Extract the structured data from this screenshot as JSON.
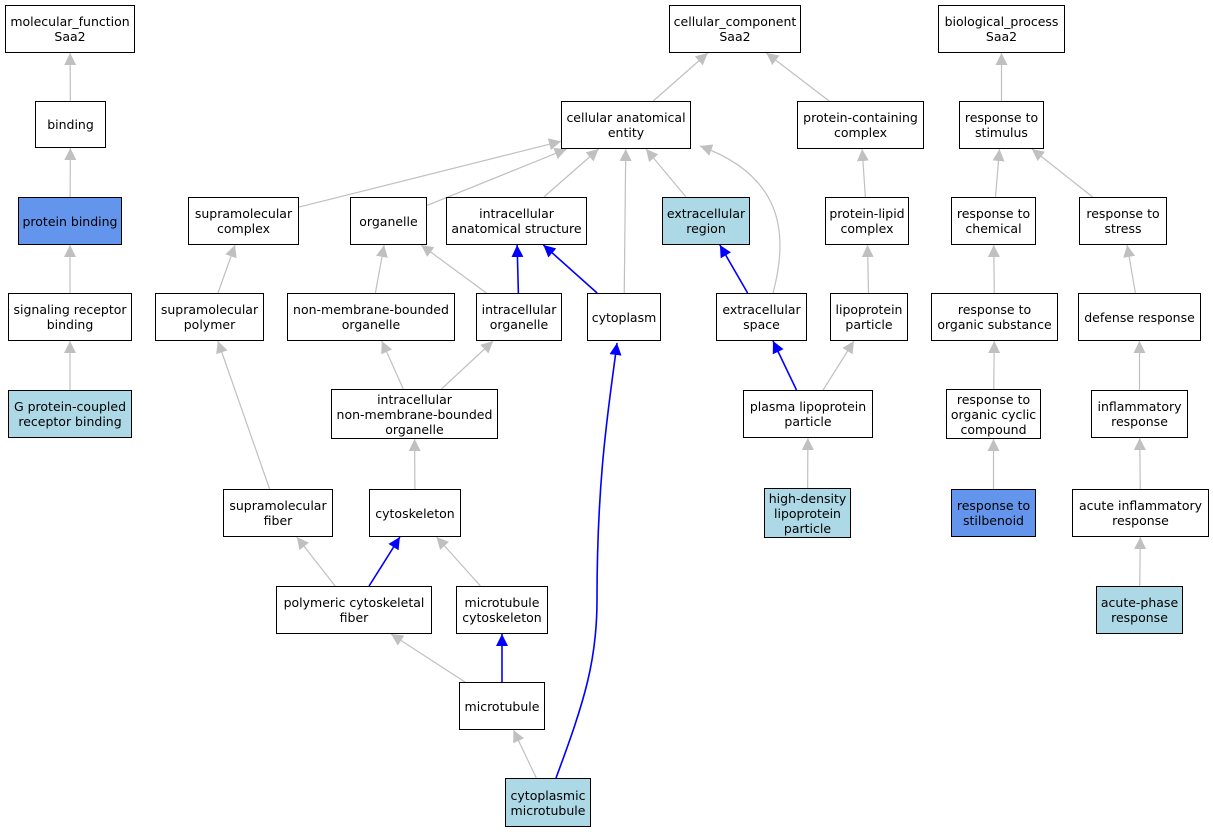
{
  "colors": {
    "query_fill": "#6495ed",
    "annotated_fill": "#add8e6",
    "default_fill": "#ffffff",
    "edge_gray": "#c0c0c0",
    "edge_blue": "#0000ff"
  },
  "nodes": {
    "mf_root": {
      "label": "molecular_function\nSaa2",
      "style": "plain"
    },
    "binding": {
      "label": "binding",
      "style": "plain"
    },
    "protein_binding": {
      "label": "protein binding",
      "style": "blue"
    },
    "signaling_receptor_binding": {
      "label": "signaling receptor\nbinding",
      "style": "plain"
    },
    "gpcr_binding": {
      "label": "G protein-coupled\nreceptor binding",
      "style": "light"
    },
    "cc_root": {
      "label": "cellular_component\nSaa2",
      "style": "plain"
    },
    "cellular_anatomical_entity": {
      "label": "cellular anatomical\nentity",
      "style": "plain"
    },
    "protein_containing_complex": {
      "label": "protein-containing\ncomplex",
      "style": "plain"
    },
    "supramolecular_complex": {
      "label": "supramolecular\ncomplex",
      "style": "plain"
    },
    "organelle": {
      "label": "organelle",
      "style": "plain"
    },
    "intracellular_anatomical_structure": {
      "label": "intracellular\nanatomical structure",
      "style": "plain"
    },
    "extracellular_region": {
      "label": "extracellular\nregion",
      "style": "light"
    },
    "protein_lipid_complex": {
      "label": "protein-lipid\ncomplex",
      "style": "plain"
    },
    "supramolecular_polymer": {
      "label": "supramolecular\npolymer",
      "style": "plain"
    },
    "non_membrane_bounded_organelle": {
      "label": "non-membrane-bounded\norganelle",
      "style": "plain"
    },
    "intracellular_organelle": {
      "label": "intracellular\norganelle",
      "style": "plain"
    },
    "cytoplasm": {
      "label": "cytoplasm",
      "style": "plain"
    },
    "extracellular_space": {
      "label": "extracellular\nspace",
      "style": "plain"
    },
    "lipoprotein_particle": {
      "label": "lipoprotein\nparticle",
      "style": "plain"
    },
    "intracellular_nmbo": {
      "label": "intracellular\nnon-membrane-bounded\norganelle",
      "style": "plain"
    },
    "plasma_lipoprotein_particle": {
      "label": "plasma lipoprotein\nparticle",
      "style": "plain"
    },
    "supramolecular_fiber": {
      "label": "supramolecular\nfiber",
      "style": "plain"
    },
    "cytoskeleton": {
      "label": "cytoskeleton",
      "style": "plain"
    },
    "hdl_particle": {
      "label": "high-density\nlipoprotein\nparticle",
      "style": "light"
    },
    "polymeric_cytoskeletal_fiber": {
      "label": "polymeric cytoskeletal\nfiber",
      "style": "plain"
    },
    "microtubule_cytoskeleton": {
      "label": "microtubule\ncytoskeleton",
      "style": "plain"
    },
    "microtubule": {
      "label": "microtubule",
      "style": "plain"
    },
    "cytoplasmic_microtubule": {
      "label": "cytoplasmic\nmicrotubule",
      "style": "light"
    },
    "bp_root": {
      "label": "biological_process\nSaa2",
      "style": "plain"
    },
    "response_to_stimulus": {
      "label": "response to\nstimulus",
      "style": "plain"
    },
    "response_to_chemical": {
      "label": "response to\nchemical",
      "style": "plain"
    },
    "response_to_stress": {
      "label": "response to\nstress",
      "style": "plain"
    },
    "response_to_organic_substance": {
      "label": "response to\norganic substance",
      "style": "plain"
    },
    "defense_response": {
      "label": "defense response",
      "style": "plain"
    },
    "response_to_organic_cyclic_compound": {
      "label": "response to\norganic cyclic\ncompound",
      "style": "plain"
    },
    "inflammatory_response": {
      "label": "inflammatory\nresponse",
      "style": "plain"
    },
    "response_to_stilbenoid": {
      "label": "response to\nstilbenoid",
      "style": "blue"
    },
    "acute_inflammatory_response": {
      "label": "acute inflammatory\nresponse",
      "style": "plain"
    },
    "acute_phase_response": {
      "label": "acute-phase\nresponse",
      "style": "light"
    }
  },
  "edges": [
    {
      "from": "binding",
      "to": "mf_root",
      "color": "gray"
    },
    {
      "from": "protein_binding",
      "to": "binding",
      "color": "gray"
    },
    {
      "from": "signaling_receptor_binding",
      "to": "protein_binding",
      "color": "gray"
    },
    {
      "from": "gpcr_binding",
      "to": "signaling_receptor_binding",
      "color": "gray"
    },
    {
      "from": "cellular_anatomical_entity",
      "to": "cc_root",
      "color": "gray"
    },
    {
      "from": "protein_containing_complex",
      "to": "cc_root",
      "color": "gray"
    },
    {
      "from": "supramolecular_complex",
      "to": "cellular_anatomical_entity",
      "color": "gray"
    },
    {
      "from": "organelle",
      "to": "cellular_anatomical_entity",
      "color": "gray"
    },
    {
      "from": "intracellular_anatomical_structure",
      "to": "cellular_anatomical_entity",
      "color": "gray"
    },
    {
      "from": "cytoplasm",
      "to": "cellular_anatomical_entity",
      "color": "gray"
    },
    {
      "from": "extracellular_region",
      "to": "cellular_anatomical_entity",
      "color": "gray"
    },
    {
      "from": "extracellular_space",
      "to": "cellular_anatomical_entity",
      "color": "gray"
    },
    {
      "from": "protein_lipid_complex",
      "to": "protein_containing_complex",
      "color": "gray"
    },
    {
      "from": "supramolecular_polymer",
      "to": "supramolecular_complex",
      "color": "gray"
    },
    {
      "from": "non_membrane_bounded_organelle",
      "to": "organelle",
      "color": "gray"
    },
    {
      "from": "intracellular_organelle",
      "to": "organelle",
      "color": "gray"
    },
    {
      "from": "intracellular_organelle",
      "to": "intracellular_anatomical_structure",
      "color": "blue"
    },
    {
      "from": "cytoplasm",
      "to": "intracellular_anatomical_structure",
      "color": "blue"
    },
    {
      "from": "extracellular_space",
      "to": "extracellular_region",
      "color": "blue"
    },
    {
      "from": "lipoprotein_particle",
      "to": "protein_lipid_complex",
      "color": "gray"
    },
    {
      "from": "intracellular_nmbo",
      "to": "non_membrane_bounded_organelle",
      "color": "gray"
    },
    {
      "from": "intracellular_nmbo",
      "to": "intracellular_organelle",
      "color": "gray"
    },
    {
      "from": "plasma_lipoprotein_particle",
      "to": "extracellular_space",
      "color": "blue"
    },
    {
      "from": "plasma_lipoprotein_particle",
      "to": "lipoprotein_particle",
      "color": "gray"
    },
    {
      "from": "supramolecular_fiber",
      "to": "supramolecular_polymer",
      "color": "gray"
    },
    {
      "from": "cytoskeleton",
      "to": "intracellular_nmbo",
      "color": "gray"
    },
    {
      "from": "hdl_particle",
      "to": "plasma_lipoprotein_particle",
      "color": "gray"
    },
    {
      "from": "polymeric_cytoskeletal_fiber",
      "to": "supramolecular_fiber",
      "color": "gray"
    },
    {
      "from": "polymeric_cytoskeletal_fiber",
      "to": "cytoskeleton",
      "color": "blue"
    },
    {
      "from": "microtubule_cytoskeleton",
      "to": "cytoskeleton",
      "color": "gray"
    },
    {
      "from": "microtubule",
      "to": "polymeric_cytoskeletal_fiber",
      "color": "gray"
    },
    {
      "from": "microtubule",
      "to": "microtubule_cytoskeleton",
      "color": "blue"
    },
    {
      "from": "cytoplasmic_microtubule",
      "to": "microtubule",
      "color": "gray"
    },
    {
      "from": "cytoplasmic_microtubule",
      "to": "cytoplasm",
      "color": "blue"
    },
    {
      "from": "response_to_stimulus",
      "to": "bp_root",
      "color": "gray"
    },
    {
      "from": "response_to_chemical",
      "to": "response_to_stimulus",
      "color": "gray"
    },
    {
      "from": "response_to_stress",
      "to": "response_to_stimulus",
      "color": "gray"
    },
    {
      "from": "response_to_organic_substance",
      "to": "response_to_chemical",
      "color": "gray"
    },
    {
      "from": "defense_response",
      "to": "response_to_stress",
      "color": "gray"
    },
    {
      "from": "response_to_organic_cyclic_compound",
      "to": "response_to_organic_substance",
      "color": "gray"
    },
    {
      "from": "inflammatory_response",
      "to": "defense_response",
      "color": "gray"
    },
    {
      "from": "response_to_stilbenoid",
      "to": "response_to_organic_cyclic_compound",
      "color": "gray"
    },
    {
      "from": "acute_inflammatory_response",
      "to": "inflammatory_response",
      "color": "gray"
    },
    {
      "from": "acute_phase_response",
      "to": "acute_inflammatory_response",
      "color": "gray"
    }
  ]
}
